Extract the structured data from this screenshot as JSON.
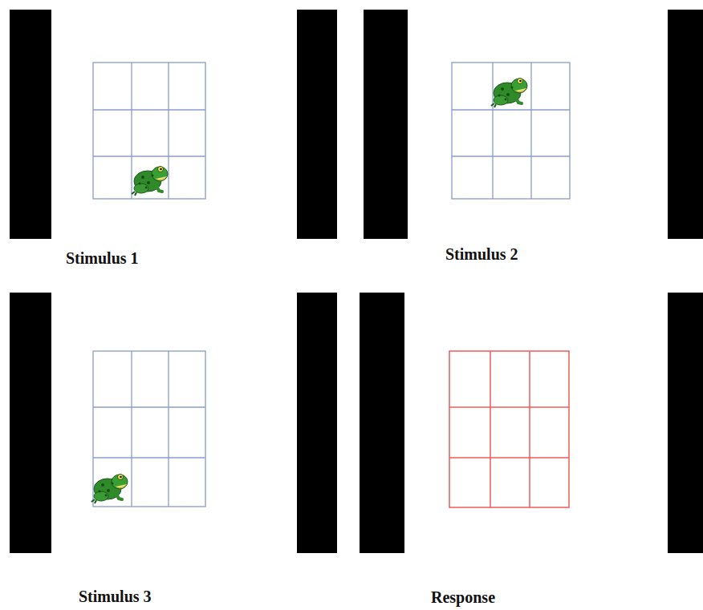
{
  "diagram": {
    "labels": [
      "Stimulus 1",
      "Stimulus 2",
      "Stimulus 3",
      "Response"
    ]
  }
}
